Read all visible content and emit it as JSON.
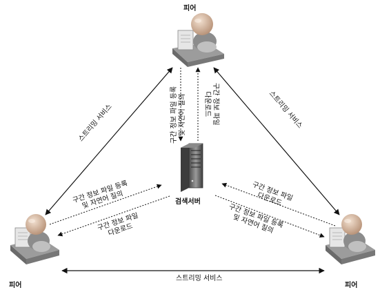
{
  "nodes": {
    "top": {
      "label": "피어"
    },
    "left": {
      "label": "피어"
    },
    "right": {
      "label": "피어"
    },
    "server": {
      "label": "검색서버"
    }
  },
  "links": {
    "top_left_streaming": "스트리밍 서비스",
    "top_right_streaming": "스트리밍 서비스",
    "bottom_streaming": "스트리밍 서비스",
    "top_register": [
      "구간 정보 파일 등록",
      "및 자연어 질의"
    ],
    "top_download": [
      "구간 정보 파일",
      "다운로드"
    ],
    "left_register": [
      "구간 정보 파일 등록",
      "및 자연어 질의"
    ],
    "left_download": [
      "구간 정보 파일",
      "다운로드"
    ],
    "right_download": [
      "구간 정보 파일",
      "다운로드"
    ],
    "right_register": [
      "구간 정보 파일 등록",
      "및 자연어 질의"
    ]
  },
  "colors": {
    "line": "#111111",
    "head": "#d9b9a0",
    "body_dark": "#7a7a7a",
    "body_light": "#c8c8c8",
    "server": "#6e6e6e"
  }
}
